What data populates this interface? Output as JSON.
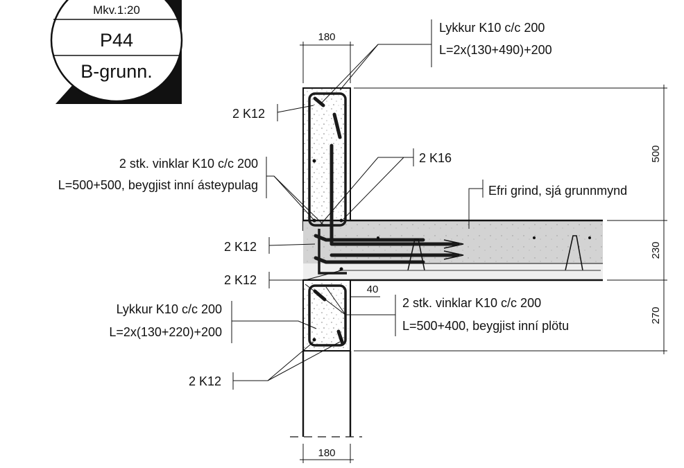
{
  "title_block": {
    "scale": "Mkv.1:20",
    "detail_id": "P44",
    "grid_ref": "B-grunn."
  },
  "dimensions": {
    "wall_width_top": "180",
    "wall_width_bottom": "180",
    "upper_height": "500",
    "slab_height": "230",
    "lower_height": "270",
    "cover": "40"
  },
  "callouts": {
    "stirrup_upper_line1": "Lykkur K10 c/c 200",
    "stirrup_upper_line2": "L=2x(130+490)+200",
    "bars_top": "2 K12",
    "angles_upper_line1": "2 stk. vinklar K10 c/c 200",
    "angles_upper_line2": "L=500+500, beygjist inní ásteypulag",
    "bars_k16": "2 K16",
    "top_mesh": "Efri grind, sjá grunnmynd",
    "bars_mid": "2 K12",
    "bars_lower": "2 K12",
    "stirrup_lower_line1": "Lykkur K10 c/c 200",
    "stirrup_lower_line2": "L=2x(130+220)+200",
    "angles_lower_line1": "2 stk. vinklar K10 c/c 200",
    "angles_lower_line2": "L=500+400, beygjist inní plötu",
    "bars_bottom": "2 K12"
  }
}
